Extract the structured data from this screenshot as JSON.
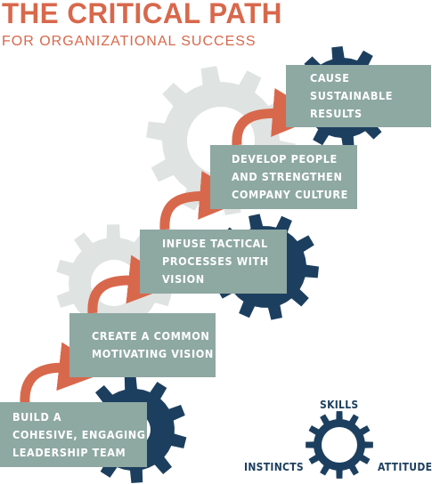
{
  "title": "THE CRITICAL PATH",
  "subtitle": "FOR ORGANIZATIONAL SUCCESS",
  "steps": [
    "BUILD A\nCOHESIVE, ENGAGING\nLEADERSHIP TEAM",
    "CREATE A COMMON\nMOTIVATING VISION",
    "INFUSE TACTICAL\nPROCESSES WITH\nVISION",
    "DEVELOP PEOPLE\nAND STRENGTHEN\nCOMPANY CULTURE",
    "CAUSE SUSTAINABLE\nRESULTS"
  ],
  "legend": {
    "top": "SKILLS",
    "left": "INSTINCTS",
    "right": "ATTITUDES"
  },
  "colors": {
    "title": "#d8684c",
    "box": "#8ea8a2",
    "box_text": "#ffffff",
    "arrow": "#d8684c",
    "gear_dark": "#1d3f5f",
    "gear_light": "#dfe3e2",
    "legend_text": "#1d3f5f"
  }
}
